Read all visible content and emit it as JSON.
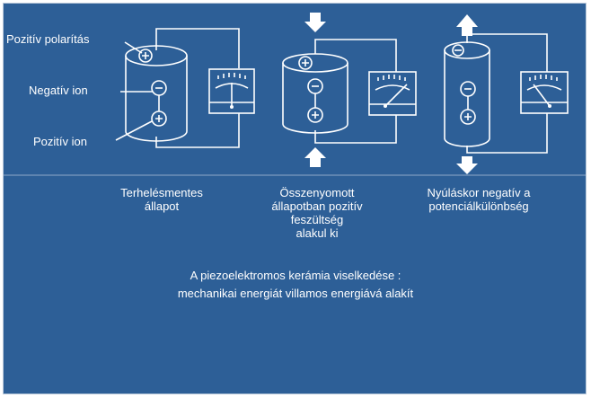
{
  "labels": {
    "positive_polarity": "Pozitív polarítás",
    "negative_ion": "Negatív ion",
    "positive_ion": "Pozitív ion"
  },
  "panels": [
    {
      "state": "unloaded",
      "caption": "Terhelésmentes\nállapot",
      "top_symbol": "+",
      "needle": "center"
    },
    {
      "state": "compressed",
      "caption": "Összenyomott\nállapotban pozitív\nfeszültség\nalakul ki",
      "top_symbol": "+",
      "needle": "right"
    },
    {
      "state": "stretched",
      "caption": "Nyúláskor negatív a\npotenciálkülönbség",
      "top_symbol": "−",
      "needle": "left"
    }
  ],
  "summary": {
    "line1": "A piezoelektromos kerámia viselkedése :",
    "line2": "mechanikai energiát villamos energiává alakít"
  },
  "colors": {
    "background": "#2d5f97",
    "line": "#ffffff"
  }
}
